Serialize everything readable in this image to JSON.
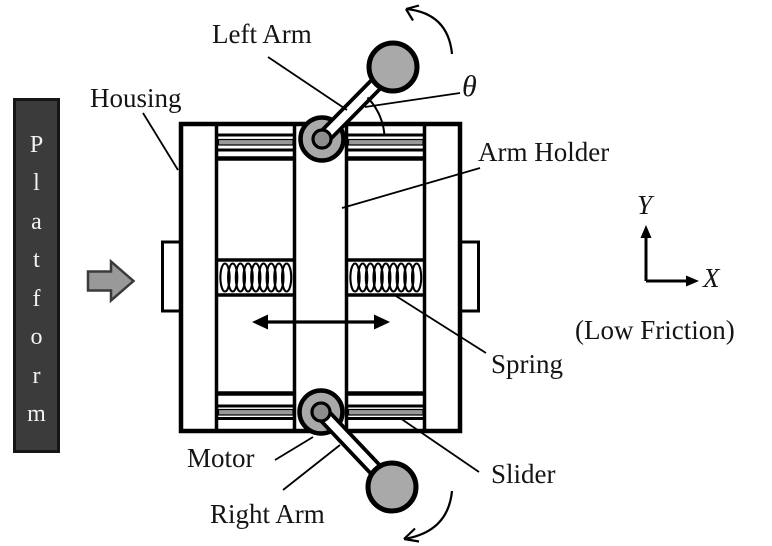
{
  "figure": {
    "platform": {
      "name": "Platform",
      "letters": [
        "P",
        "l",
        "a",
        "t",
        "f",
        "o",
        "r",
        "m"
      ]
    },
    "labels": {
      "left_arm": "Left Arm",
      "housing": "Housing",
      "theta": "θ",
      "arm_holder": "Arm Holder",
      "spring": "Spring",
      "slider": "Slider",
      "motor": "Motor",
      "right_arm": "Right Arm"
    },
    "axes": {
      "y": "Y",
      "x": "X",
      "note": "(Low Friction)"
    },
    "colors": {
      "platform_fill": "#3b3b3b",
      "platform_text": "#f2f2f2",
      "part_gray": "#a9a9a9",
      "pivot_inner_gray": "#8d8d8d",
      "rail_gray": "#999999",
      "outline": "#000000"
    }
  }
}
